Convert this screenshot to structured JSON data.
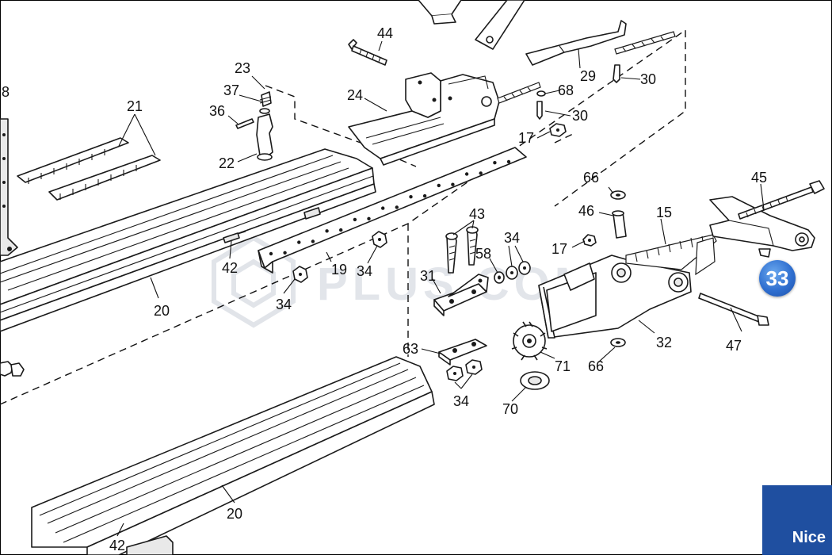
{
  "brand": {
    "logo_text": "Nice"
  },
  "badge": {
    "number": "33"
  },
  "watermark": {
    "text": "PLUS.COM"
  },
  "callouts": [
    {
      "id": "c44",
      "text": "44"
    },
    {
      "id": "c23",
      "text": "23"
    },
    {
      "id": "c37",
      "text": "37"
    },
    {
      "id": "c36",
      "text": "36"
    },
    {
      "id": "c24",
      "text": "24"
    },
    {
      "id": "c21",
      "text": "21"
    },
    {
      "id": "c22",
      "text": "22"
    },
    {
      "id": "c29",
      "text": "29"
    },
    {
      "id": "c30a",
      "text": "30"
    },
    {
      "id": "c68",
      "text": "68"
    },
    {
      "id": "c30b",
      "text": "30"
    },
    {
      "id": "c17a",
      "text": "17"
    },
    {
      "id": "c66a",
      "text": "66"
    },
    {
      "id": "c45",
      "text": "45"
    },
    {
      "id": "c46",
      "text": "46"
    },
    {
      "id": "c15",
      "text": "15"
    },
    {
      "id": "c43",
      "text": "43"
    },
    {
      "id": "c34a",
      "text": "34"
    },
    {
      "id": "c58",
      "text": "58"
    },
    {
      "id": "c17b",
      "text": "17"
    },
    {
      "id": "c42a",
      "text": "42"
    },
    {
      "id": "c19",
      "text": "19"
    },
    {
      "id": "c34b",
      "text": "34"
    },
    {
      "id": "c31",
      "text": "31"
    },
    {
      "id": "c34c",
      "text": "34"
    },
    {
      "id": "c20a",
      "text": "20"
    },
    {
      "id": "c32",
      "text": "32"
    },
    {
      "id": "c47",
      "text": "47"
    },
    {
      "id": "c63",
      "text": "63"
    },
    {
      "id": "c71",
      "text": "71"
    },
    {
      "id": "c66b",
      "text": "66"
    },
    {
      "id": "c34d",
      "text": "34"
    },
    {
      "id": "c70",
      "text": "70"
    },
    {
      "id": "c20b",
      "text": "20"
    },
    {
      "id": "c42b",
      "text": "42"
    },
    {
      "id": "c8",
      "text": "8"
    }
  ]
}
